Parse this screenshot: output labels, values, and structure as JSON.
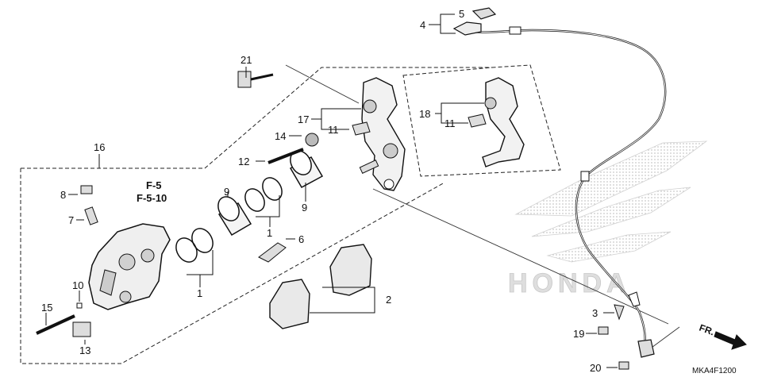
{
  "callouts": {
    "c1a": "1",
    "c1b": "1",
    "c2": "2",
    "c3": "3",
    "c4": "4",
    "c5": "5",
    "c6": "6",
    "c7": "7",
    "c8": "8",
    "c9a": "9",
    "c9b": "9",
    "c10": "10",
    "c11a": "11",
    "c11b": "11",
    "c12": "12",
    "c13": "13",
    "c14": "14",
    "c15": "15",
    "c16": "16",
    "c17": "17",
    "c18": "18",
    "c19": "19",
    "c20": "20",
    "c21": "21"
  },
  "refs": {
    "r1": "F-5",
    "r2": "F-5-10"
  },
  "direction_label": "FR.",
  "diagram_code": "MKA4F1200",
  "watermark_text": "HONDA",
  "colors": {
    "line": "#111111",
    "part_fill": "#f4f4f4",
    "shade": "#bbbbbb",
    "watermark": "#d8d8d8"
  }
}
